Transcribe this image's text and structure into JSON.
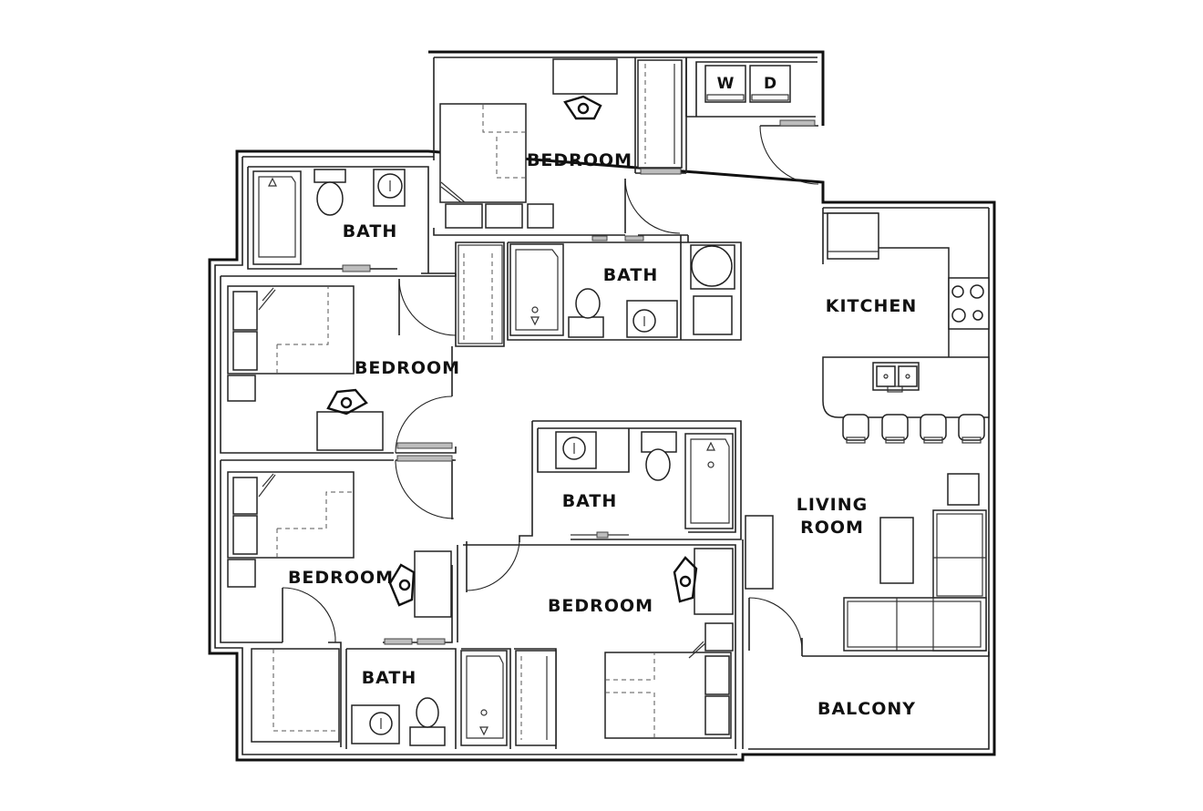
{
  "rooms": {
    "bedroom_top": "BEDROOM",
    "bath_top_left": "BATH",
    "bath_top_middle": "BATH",
    "bedroom_left": "BEDROOM",
    "kitchen": "KITCHEN",
    "bath_center": "BATH",
    "living_room_line1": "LIVING",
    "living_room_line2": "ROOM",
    "bedroom_lower_left": "BEDROOM",
    "bedroom_lower_center": "BEDROOM",
    "bath_bottom": "BATH",
    "balcony": "BALCONY"
  },
  "laundry": {
    "washer": "W",
    "dryer": "D"
  },
  "colors": {
    "walls": "#111111",
    "background": "#ffffff",
    "sliding_door": "#bdbdbd"
  }
}
